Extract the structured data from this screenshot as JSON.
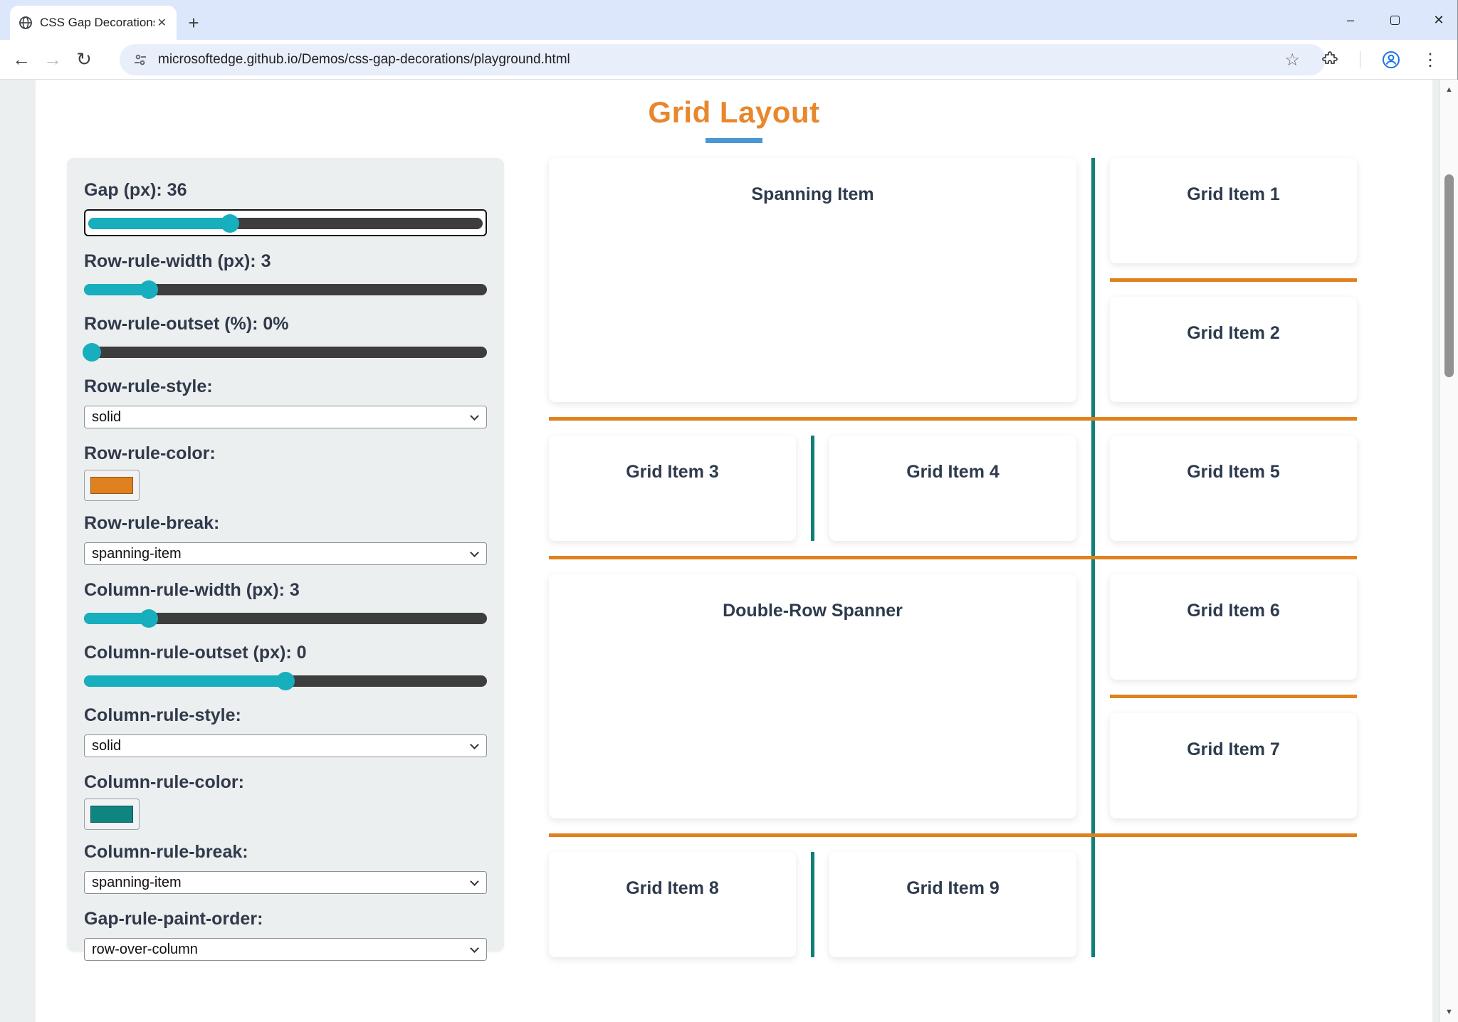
{
  "browser": {
    "tab": {
      "title": "CSS Gap Decorations playgroun",
      "close_glyph": "✕",
      "new_tab_glyph": "+"
    },
    "address_bar": {
      "url": "microsoftedge.github.io/Demos/css-gap-decorations/playground.html"
    },
    "icons": {
      "back": "←",
      "forward": "→",
      "reload": "↻",
      "star": "☆",
      "dots": "⋮",
      "minimize": "–",
      "close": "✕",
      "scroll_up": "▲",
      "scroll_down": "▼"
    }
  },
  "page": {
    "title": "Grid Layout",
    "title_color": "#e8872b",
    "underline_color": "#4a97d4",
    "panel": {
      "controls": [
        {
          "type": "slider",
          "label": "Gap (px): 36",
          "fill": "36%",
          "focused": true
        },
        {
          "type": "slider",
          "label": "Row-rule-width (px): 3",
          "fill": "16%"
        },
        {
          "type": "slider",
          "label": "Row-rule-outset (%): 0%",
          "fill": "2%"
        },
        {
          "type": "select",
          "label": "Row-rule-style:",
          "value": "solid"
        },
        {
          "type": "color",
          "label": "Row-rule-color:",
          "value": "#e0811f"
        },
        {
          "type": "select",
          "label": "Row-rule-break:",
          "value": "spanning-item"
        },
        {
          "type": "slider",
          "label": "Column-rule-width (px): 3",
          "fill": "16%"
        },
        {
          "type": "slider",
          "label": "Column-rule-outset (px): 0",
          "fill": "50%"
        },
        {
          "type": "select",
          "label": "Column-rule-style:",
          "value": "solid"
        },
        {
          "type": "color",
          "label": "Column-rule-color:",
          "value": "#0f8580"
        },
        {
          "type": "select",
          "label": "Column-rule-break:",
          "value": "spanning-item"
        },
        {
          "type": "select",
          "label": "Gap-rule-paint-order:",
          "value": "row-over-column"
        }
      ],
      "slider_accent": "#17aebe",
      "slider_track": "#3d3d3d"
    },
    "grid": {
      "items": [
        {
          "label": "Spanning Item"
        },
        {
          "label": "Grid Item 1"
        },
        {
          "label": "Grid Item 2"
        },
        {
          "label": "Grid Item 3"
        },
        {
          "label": "Grid Item 4"
        },
        {
          "label": "Grid Item 5"
        },
        {
          "label": "Double-Row Spanner"
        },
        {
          "label": "Grid Item 6"
        },
        {
          "label": "Grid Item 7"
        },
        {
          "label": "Grid Item 8"
        },
        {
          "label": "Grid Item 9"
        }
      ],
      "rule_colors": {
        "row": "#e0811f",
        "column": "#0e7f79"
      }
    }
  }
}
